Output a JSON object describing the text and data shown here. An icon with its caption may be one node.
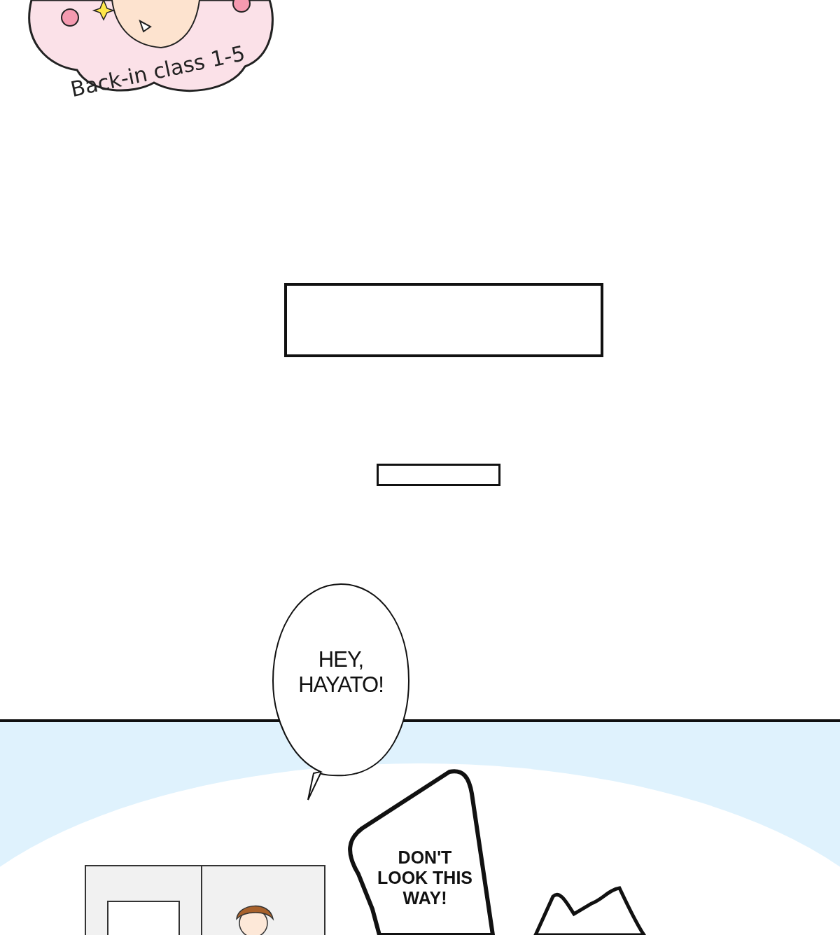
{
  "diagram": {
    "nodes": [
      {
        "text": [],
        "shape": "box"
      },
      {
        "text": [],
        "shape": "box"
      },
      {
        "text": [
          "HEY, HAYATO!"
        ]
      },
      {
        "text": [
          "DON'T LOOK THIS WAY!"
        ]
      }
    ],
    "labels": [
      "Back-in class 1-5"
    ]
  }
}
